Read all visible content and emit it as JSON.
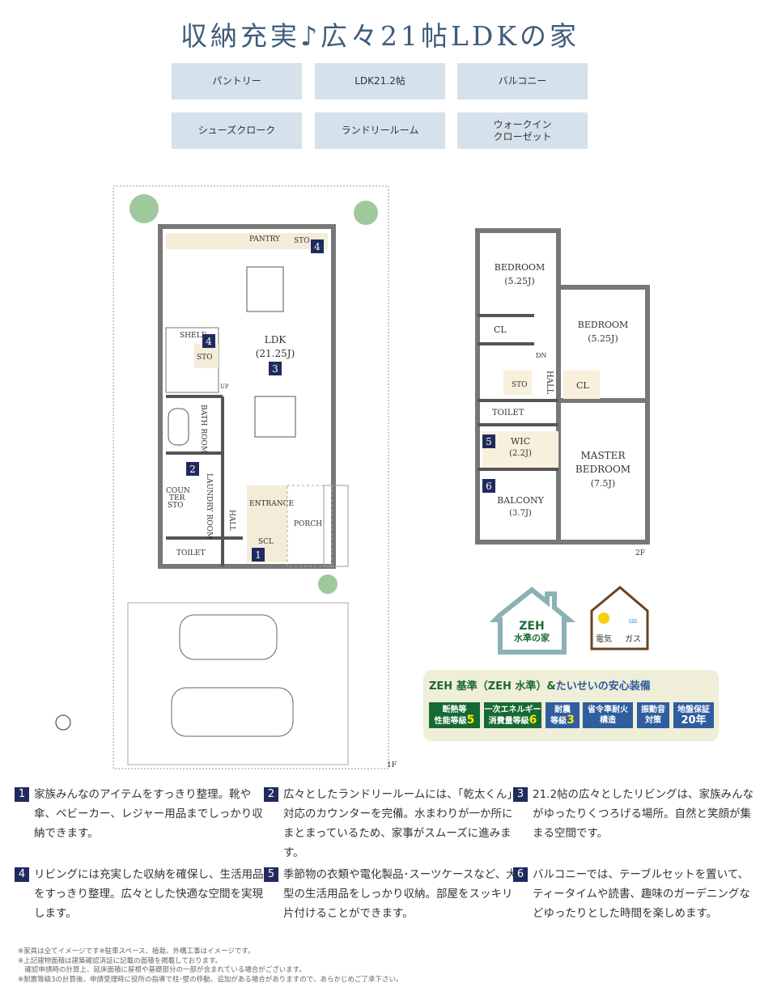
{
  "title": "収納充実♪広々21帖LDKの家",
  "features": [
    "パントリー",
    "LDK21.2帖",
    "バルコニー",
    "シューズクローク",
    "ランドリールーム",
    "ウォークイン\nクローゼット"
  ],
  "plan1f": {
    "pantry": "PANTRY",
    "sto_top": "STO",
    "shelf": "SHELF",
    "sto_left": "STO",
    "ldk": "LDK",
    "ldk_size": "(21.25J)",
    "up": "UP",
    "bath": "BATH ROOM",
    "laundry": "LAUNDRY ROOM",
    "counter1": "COUN",
    "counter2": "TER",
    "counter3": "STO",
    "hall": "HALL",
    "entrance": "ENTRANCE",
    "porch": "PORCH",
    "scl": "SCL",
    "toilet": "TOILET",
    "floor": "1F"
  },
  "plan2f": {
    "bed1": "BEDROOM",
    "bed1_size": "(5.25J)",
    "bed2": "BEDROOM",
    "bed2_size": "(5.25J)",
    "cl1": "CL",
    "cl2": "CL",
    "dn": "DN",
    "hall": "HALL",
    "sto": "STO",
    "toilet": "TOILET",
    "wic": "WIC",
    "wic_size": "(2.2J)",
    "master1": "MASTER",
    "master2": "BEDROOM",
    "master_size": "(7.5J)",
    "balcony": "BALCONY",
    "balcony_size": "(3.7J)",
    "floor": "2F"
  },
  "badges_num": [
    "1",
    "2",
    "3",
    "4",
    "5",
    "6"
  ],
  "icons": {
    "zeh_line1": "ZEH",
    "zeh_line2": "水準の家",
    "elec": "電気",
    "gas": "ガス"
  },
  "zeh": {
    "head_green": "ZEH 基準（ZEH 水準）&",
    "head_blue": "たいせいの安心装備",
    "items": [
      {
        "t": "断熱等",
        "u": "性能等級",
        "v": "5"
      },
      {
        "t": "一次エネルギー",
        "u": "消費量等級",
        "v": "6"
      },
      {
        "t": "耐震",
        "u": "等級",
        "v": "3"
      },
      {
        "t": "省令準耐火",
        "u": "構造",
        "v": ""
      },
      {
        "t": "振動音",
        "u": "対策",
        "v": ""
      },
      {
        "t": "地盤保証",
        "u": "",
        "v": "20年"
      }
    ]
  },
  "descriptions": [
    "家族みんなのアイテムをすっきり整理。靴や傘、ベビーカー、レジャー用品までしっかり収納できます。",
    "広々としたランドリールームには、「乾太くん」対応のカウンターを完備。水まわりが一か所にまとまっているため、家事がスムーズに進みます。",
    "21.2帖の広々としたリビングは、家族みんながゆったりくつろげる場所。自然と笑顔が集まる空間です。",
    "リビングには充実した収納を確保し、生活用品をすっきり整理。広々とした快適な空間を実現します。",
    "季節物の衣類や電化製品･スーツケースなど、大型の生活用品をしっかり収納。部屋をスッキリ片付けることができます。",
    "バルコニーでは、テーブルセットを置いて、ティータイムや読書、趣味のガーデニングなどゆったりとした時間を楽しめます。"
  ],
  "notes": "※家具は全てイメージです※駐車スペース、植栽、外構工事はイメージです。\n※上記建物面積は建築確認済証に記載の面積を掲載しております。\n　確認申請時の計算上、延床面積に屋根や基礎部分の一部が含まれている場合がございます。\n※耐震等級3の計算後、申請受理時に役所の指導で柱･壁の移動、追加がある場合がありますので、あらかじめご了承下さい。"
}
